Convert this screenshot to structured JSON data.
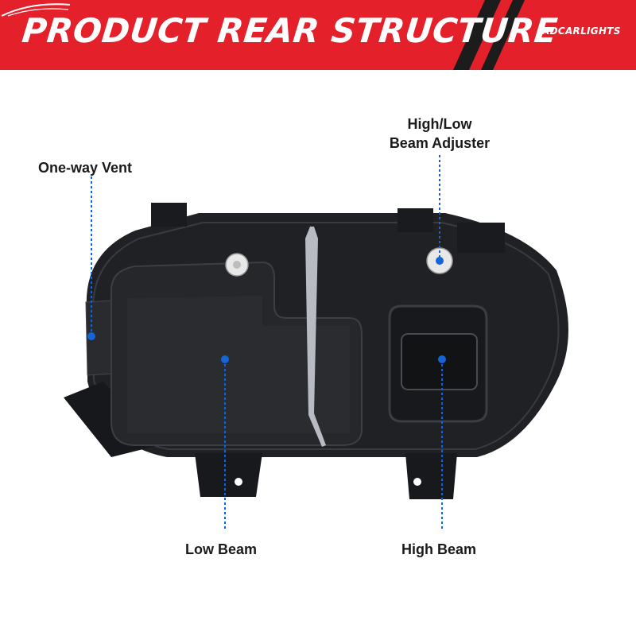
{
  "banner": {
    "title": "PRODUCT REAR STRUCTURE",
    "brand": "ADCARLIGHTS"
  },
  "callouts": {
    "vent": "One-way Vent",
    "adjuster_line1": "High/Low",
    "adjuster_line2": "Beam Adjuster",
    "low_beam": "Low Beam",
    "high_beam": "High Beam"
  },
  "colors": {
    "banner_red": "#e4202b",
    "banner_dark": "#1c1c1c",
    "callout_blue": "#1565d8",
    "housing": "#1e1f22"
  }
}
